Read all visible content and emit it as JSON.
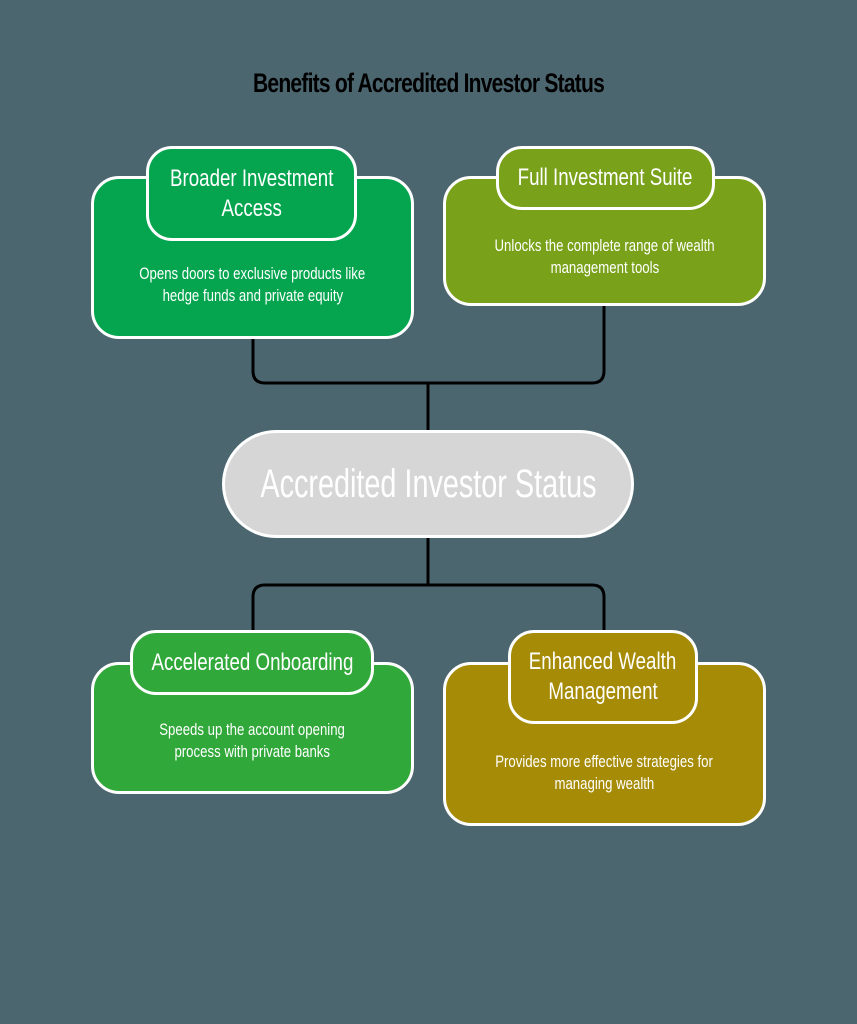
{
  "title": "Benefits of Accredited Investor Status",
  "center": {
    "label": "Accredited Investor Status",
    "color": "#d6d6d6"
  },
  "benefits": [
    {
      "title_line1": "Broader Investment",
      "title_line2": "Access",
      "desc_line1": "Opens doors to exclusive products like",
      "desc_line2": "hedge funds and private equity",
      "color": "#05a550"
    },
    {
      "title_line1": "Full Investment Suite",
      "title_line2": "",
      "desc_line1": "Unlocks the complete range of wealth",
      "desc_line2": "management tools",
      "color": "#79a21a"
    },
    {
      "title_line1": "Accelerated Onboarding",
      "title_line2": "",
      "desc_line1": "Speeds up the account opening",
      "desc_line2": "process with private banks",
      "color": "#31a83a"
    },
    {
      "title_line1": "Enhanced Wealth",
      "title_line2": "Management",
      "desc_line1": "Provides more effective strategies for",
      "desc_line2": "managing wealth",
      "color": "#a68b06"
    }
  ],
  "colors": {
    "background": "#4c6670",
    "connector": "#000000",
    "border": "#ffffff"
  }
}
